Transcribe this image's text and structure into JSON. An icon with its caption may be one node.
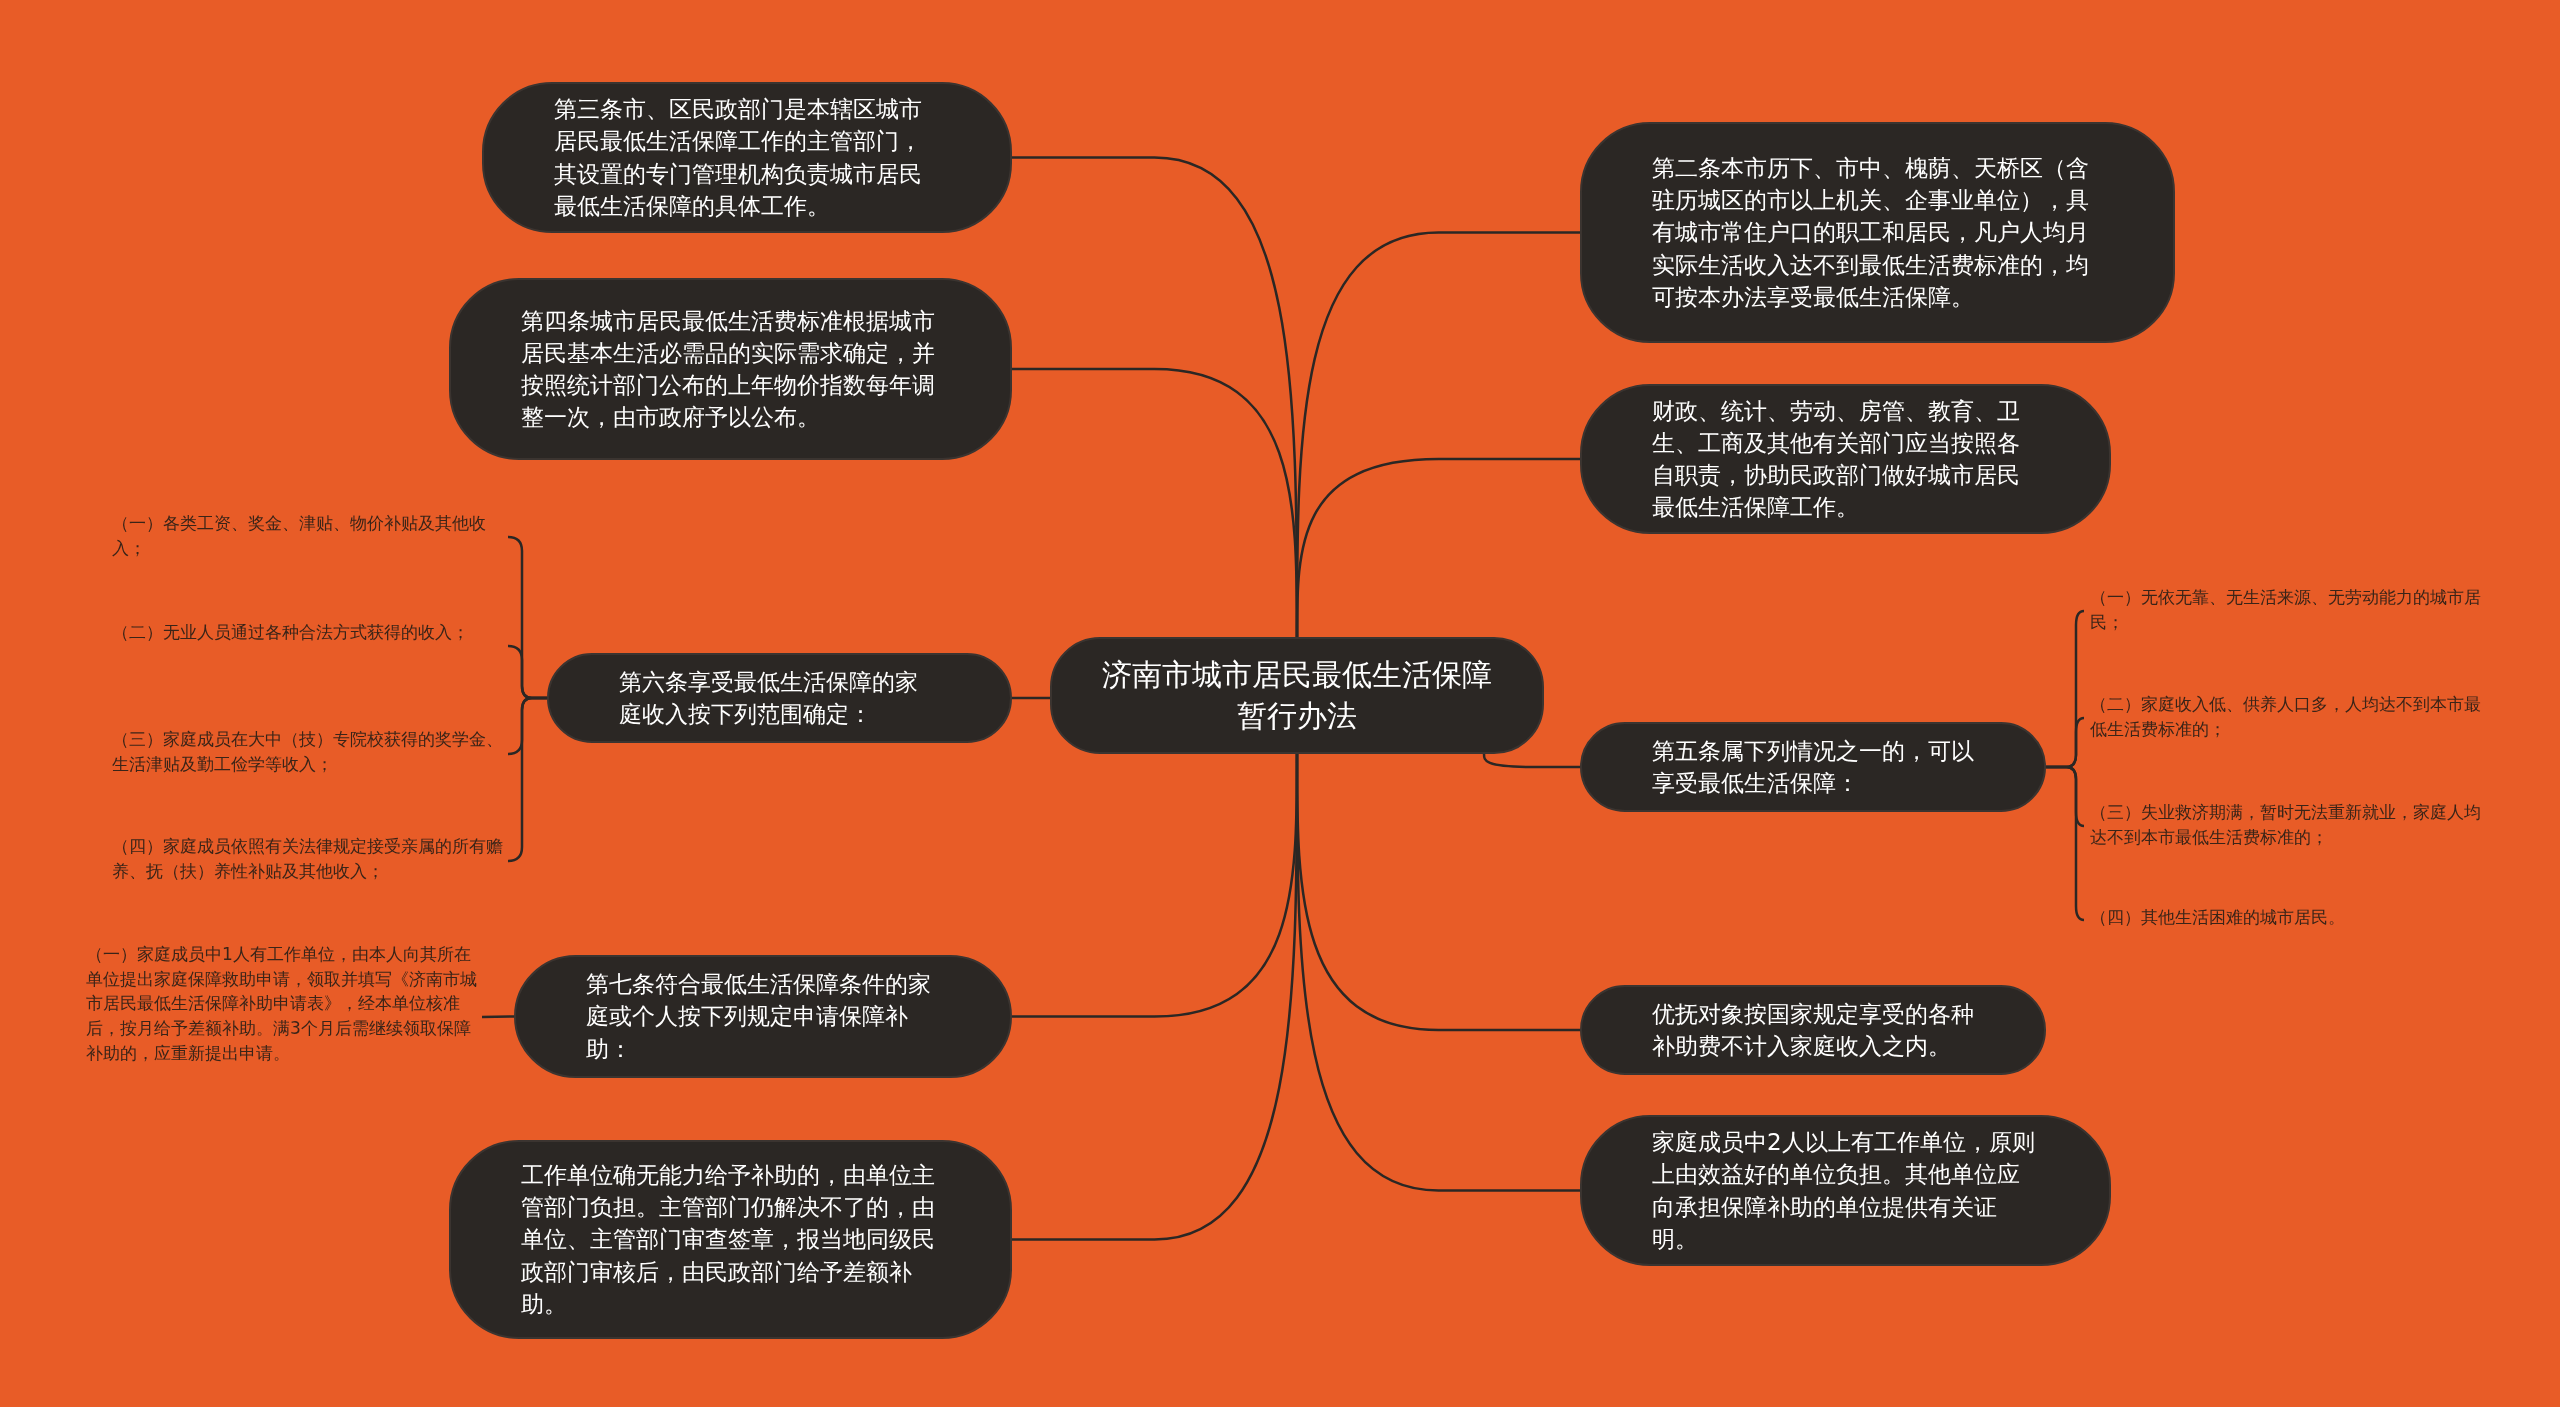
{
  "diagram": {
    "nodes": [
      {
        "text": [
          "济南市城市居民最低生活保障暂行办法"
        ]
      },
      {
        "text": [
          "第三条市、区民政部门是本辖区城市居民最低生活保障工作的主管部门，其设置的专门管理机构负责城市居民最低生活保障的具体工作。"
        ]
      },
      {
        "text": [
          "第四条城市居民最低生活费标准根据城市居民基本生活必需品的实际需求确定，并按照统计部门公布的上年物价指数每年调整一次，由市政府予以公布。"
        ]
      },
      {
        "text": [
          "第六条享受最低生活保障的家庭收入按下列范围确定："
        ]
      },
      {
        "text": [
          "（一）各类工资、奖金、津贴、物价补贴及其他收入；"
        ]
      },
      {
        "text": [
          "（二）无业人员通过各种合法方式获得的收入；"
        ]
      },
      {
        "text": [
          "（三）家庭成员在大中（技）专院校获得的奖学金、生活津贴及勤工俭学等收入；"
        ]
      },
      {
        "text": [
          "（四）家庭成员依照有关法律规定接受亲属的所有赡养、抚（扶）养性补贴及其他收入；"
        ]
      },
      {
        "text": [
          "第七条符合最低生活保障条件的家庭或个人按下列规定申请保障补助："
        ]
      },
      {
        "text": [
          "（一）家庭成员中1人有工作单位，由本人向其所在单位提出家庭保障救助申请，领取并填写《济南市城市居民最低生活保障补助申请表》，经本单位核准后，按月给予差额补助。满3个月后需继续领取保障补助的，应重新提出申请。"
        ]
      },
      {
        "text": [
          "工作单位确无能力给予补助的，由单位主管部门负担。主管部门仍解决不了的，由单位、主管部门审查签章，报当地同级民政部门审核后，由民政部门给予差额补助。"
        ]
      },
      {
        "text": [
          "第二条本市历下、市中、槐荫、天桥区（含驻历城区的市以上机关、企事业单位），具有城市常住户口的职工和居民，凡户人均月实际生活收入达不到最低生活费标准的，均可按本办法享受最低生活保障。"
        ]
      },
      {
        "text": [
          "财政、统计、劳动、房管、教育、卫生、工商及其他有关部门应当按照各自职责，协助民政部门做好城市居民最低生活保障工作。"
        ]
      },
      {
        "text": [
          "第五条属下列情况之一的，可以享受最低生活保障："
        ]
      },
      {
        "text": [
          "（一）无依无靠、无生活来源、无劳动能力的城市居民；"
        ]
      },
      {
        "text": [
          "（二）家庭收入低、供养人口多，人均达不到本市最低生活费标准的；"
        ]
      },
      {
        "text": [
          "（三）失业救济期满，暂时无法重新就业，家庭人均达不到本市最低生活费标准的；"
        ]
      },
      {
        "text": [
          "（四）其他生活困难的城市居民。"
        ]
      },
      {
        "text": [
          "优抚对象按国家规定享受的各种补助费不计入家庭收入之内。"
        ]
      },
      {
        "text": [
          "家庭成员中2人以上有工作单位，原则上由效益好的单位负担。其他单位应向承担保障补助的单位提供有关证明。"
        ]
      }
    ],
    "edges": [
      {
        "from": 0,
        "to": 1,
        "arrow": "none"
      },
      {
        "from": 0,
        "to": 2,
        "arrow": "none"
      },
      {
        "from": 0,
        "to": 3,
        "arrow": "none"
      },
      {
        "from": 3,
        "to": 4,
        "arrow": "none"
      },
      {
        "from": 3,
        "to": 5,
        "arrow": "none"
      },
      {
        "from": 3,
        "to": 6,
        "arrow": "none"
      },
      {
        "from": 3,
        "to": 7,
        "arrow": "none"
      },
      {
        "from": 0,
        "to": 8,
        "arrow": "none"
      },
      {
        "from": 8,
        "to": 9,
        "arrow": "none"
      },
      {
        "from": 0,
        "to": 10,
        "arrow": "none"
      },
      {
        "from": 0,
        "to": 11,
        "arrow": "none"
      },
      {
        "from": 0,
        "to": 12,
        "arrow": "none"
      },
      {
        "from": 0,
        "to": 13,
        "arrow": "none"
      },
      {
        "from": 13,
        "to": 14,
        "arrow": "none"
      },
      {
        "from": 13,
        "to": 15,
        "arrow": "none"
      },
      {
        "from": 13,
        "to": 16,
        "arrow": "none"
      },
      {
        "from": 13,
        "to": 17,
        "arrow": "none"
      },
      {
        "from": 0,
        "to": 18,
        "arrow": "none"
      },
      {
        "from": 0,
        "to": 19,
        "arrow": "none"
      }
    ]
  }
}
